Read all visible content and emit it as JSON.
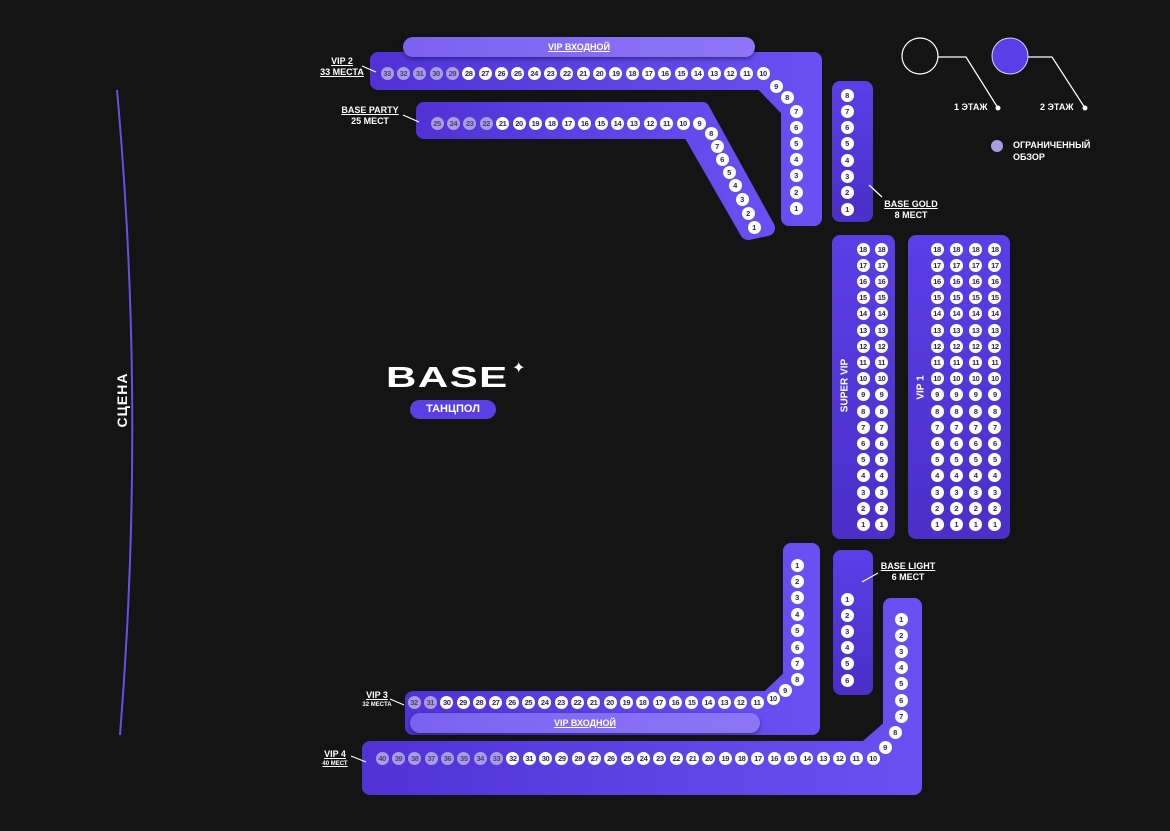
{
  "stage": {
    "label": "СЦЕНА"
  },
  "dance_floor": {
    "logo": "BASE",
    "label": "ТАНЦПОЛ"
  },
  "entry_label": "VIP ВХОДНОЙ",
  "legend": {
    "floor1": "1 ЭТАЖ",
    "floor2": "2 ЭТАЖ",
    "limited_line1": "ОГРАНИЧЕННЫЙ",
    "limited_line2": "ОБЗОР"
  },
  "colors": {
    "section": "#5a3ee6",
    "section_light": "#7a62f5",
    "seat": "#ffffff",
    "limited": "#a99ce0",
    "background": "#141414"
  },
  "sections": {
    "vip2": {
      "name": "VIP 2",
      "capacity": "33 МЕСТА",
      "seats": [
        "33",
        "32",
        "31",
        "30",
        "29",
        "28",
        "27",
        "26",
        "25",
        "24",
        "23",
        "22",
        "21",
        "20",
        "19",
        "18",
        "17",
        "16",
        "15",
        "14",
        "13",
        "12",
        "11",
        "10",
        "9",
        "8",
        "7",
        "6",
        "5",
        "4",
        "3",
        "2",
        "1"
      ],
      "limited": [
        "33",
        "32",
        "31",
        "30",
        "29"
      ]
    },
    "base_party": {
      "name": "BASE PARTY",
      "capacity": "25 МЕСТ",
      "seats": [
        "25",
        "24",
        "23",
        "22",
        "21",
        "20",
        "19",
        "18",
        "17",
        "16",
        "15",
        "14",
        "13",
        "12",
        "11",
        "10",
        "9",
        "8",
        "7",
        "6",
        "5",
        "4",
        "3",
        "2",
        "1"
      ],
      "limited": [
        "25",
        "24",
        "23",
        "22"
      ]
    },
    "base_gold": {
      "name": "BASE GOLD",
      "capacity": "8 МЕСТ",
      "seats": [
        "8",
        "7",
        "6",
        "5",
        "4",
        "3",
        "2",
        "1"
      ],
      "limited": []
    },
    "super_vip": {
      "name": "SUPER VIP",
      "columns": 2,
      "rows": [
        "18",
        "17",
        "16",
        "15",
        "14",
        "13",
        "12",
        "11",
        "10",
        "9",
        "8",
        "7",
        "6",
        "5",
        "4",
        "3",
        "2",
        "1"
      ],
      "limited": []
    },
    "vip1": {
      "name": "VIP 1",
      "columns": 4,
      "rows": [
        "18",
        "17",
        "16",
        "15",
        "14",
        "13",
        "12",
        "11",
        "10",
        "9",
        "8",
        "7",
        "6",
        "5",
        "4",
        "3",
        "2",
        "1"
      ],
      "limited": []
    },
    "base_light": {
      "name": "BASE LIGHT",
      "capacity": "6 МЕСТ",
      "seats": [
        "1",
        "2",
        "3",
        "4",
        "5",
        "6"
      ],
      "limited": []
    },
    "vip3": {
      "name": "VIP 3",
      "capacity": "32 МЕСТА",
      "seats": [
        "1",
        "2",
        "3",
        "4",
        "5",
        "6",
        "7",
        "8",
        "9",
        "10",
        "11",
        "12",
        "13",
        "14",
        "15",
        "16",
        "17",
        "18",
        "19",
        "20",
        "21",
        "22",
        "23",
        "24",
        "25",
        "26",
        "27",
        "28",
        "29",
        "30",
        "31",
        "32"
      ],
      "limited": [
        "31",
        "32"
      ]
    },
    "vip4": {
      "name": "VIP 4",
      "capacity": "40 МЕСТ",
      "seats": [
        "1",
        "2",
        "3",
        "4",
        "5",
        "6",
        "7",
        "8",
        "9",
        "10",
        "11",
        "12",
        "13",
        "14",
        "15",
        "16",
        "17",
        "18",
        "19",
        "20",
        "21",
        "22",
        "23",
        "24",
        "25",
        "26",
        "27",
        "28",
        "29",
        "30",
        "31",
        "32",
        "33",
        "34",
        "35",
        "36",
        "37",
        "38",
        "39",
        "40"
      ],
      "limited": [
        "33",
        "34",
        "35",
        "36",
        "37",
        "38",
        "39",
        "40"
      ]
    }
  }
}
